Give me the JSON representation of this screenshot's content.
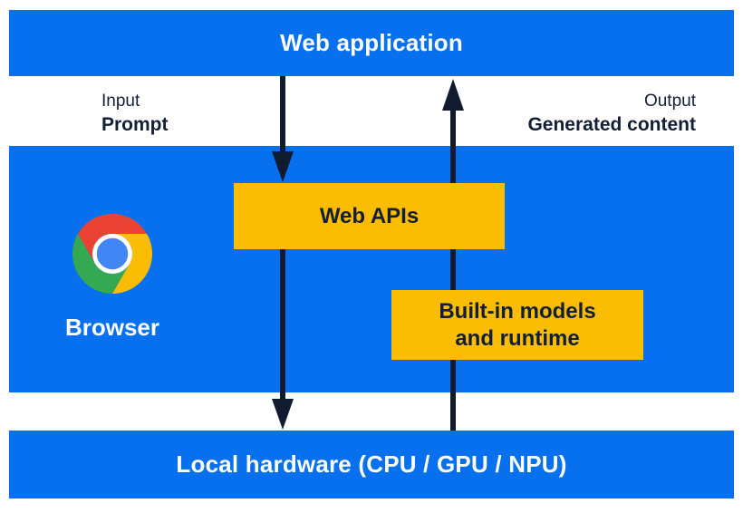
{
  "colors": {
    "panel_blue": "#0670ee",
    "accent_yellow": "#fbbc04",
    "navy_text": "#121f36",
    "arrow_navy": "#101b30",
    "white": "#ffffff",
    "chrome_red": "#ea4335",
    "chrome_yellow": "#fbbc04",
    "chrome_green": "#34a853",
    "chrome_blue": "#4285f4"
  },
  "layers": {
    "web_application": {
      "label": "Web application"
    },
    "io": {
      "input_caption": "Input",
      "input_label": "Prompt",
      "output_caption": "Output",
      "output_label": "Generated content"
    },
    "browser": {
      "label": "Browser",
      "icon": "chrome-icon"
    },
    "web_apis": {
      "label": "Web APIs"
    },
    "builtin_models": {
      "line1": "Built-in models",
      "line2": "and runtime"
    },
    "local_hardware": {
      "label": "Local hardware (CPU / GPU / NPU)"
    }
  },
  "arrows": [
    {
      "name": "prompt-flow",
      "direction": "down",
      "from": "Web application",
      "to": "Local hardware"
    },
    {
      "name": "generated-content-flow",
      "direction": "up",
      "from": "Local hardware",
      "to": "Web application"
    }
  ]
}
